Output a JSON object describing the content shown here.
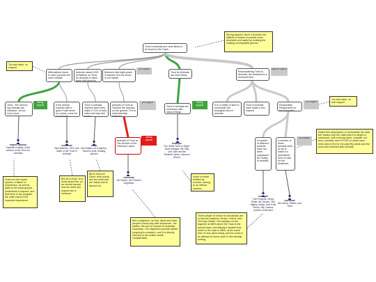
{
  "nodes": {
    "root": "Trust in Animals are more likely to be found in the Trash",
    "n1": "Affirmations found in other journals are more reliable",
    "n2": "Animals raised 1991 at Watson on Trust for Animals to have been fully fined by Charities",
    "n3": "Between that eight years it requires is to be found in our hands",
    "n4": "Trust for Animals are more likely",
    "n5": "Reconsidering Trust in Animals, the research is a reversed form",
    "a1": "Trust - We need to say animals are released - all too much food packaging",
    "a2": "It the animal explorer with a given 'Fake items' to a meat, come for our domain",
    "a3": "Trust in animals improve when they make it 71% of food eaten but may find rooms",
    "a4": "Animals of Trust at Fashion the harness on the ground 71% is what intensify distinctly",
    "a5": "Trust in Animals are conscious with radical things",
    "a6": "It is a matter of time to reconsider the biological kind of animals",
    "a7": "Trust in Animals have made a firm request",
    "a8": "Reasonably Researched on the Principles",
    "a9": "Animals of Trust at 'the Archive of the Fabulous' value",
    "a10": "A number of different animals have not been surpassed, the reality of animals",
    "a11": "A number of these animals were so as to make it a permanent form of care for the treatment"
  },
  "tags": {
    "t_n3": "pro support",
    "t_n5": "oppose support",
    "t_a1": "strong support",
    "t_a4": "pro support",
    "t_a5": "strong support",
    "t_a8": "pro support",
    "t_a9": "strong oppose"
  },
  "captions": [
    {
      "head": "Expert Opinion",
      "body": "Danielle Rowley, Chief advisor of the Trust for Animals"
    },
    {
      "head": "Anecdote",
      "body": "Bird Watcher, CEO and Bank of the Trust in Animals"
    },
    {
      "head": "Blog",
      "body": "Bird Nation on a fashion, Kanon's post, leading opinion"
    },
    {
      "head": "Anecdote",
      "body": "Vet Parker, the Phoenix neighbour"
    },
    {
      "head": "Example",
      "body": "The 'What Trust or Eight', Anne Morgan, the 'Bay Unit' sale and the 'Stocked' (aims, unless in these)"
    },
    {
      "head": "Example",
      "body": "The Princess, Henry Potter, Mr Gerald, 'The Mighty Vester' and Trust Vector, DB Cosmos portion of Bernard"
    },
    {
      "head": "Anecdote",
      "body": "Ms Geers, Gilbert, and Trust"
    }
  ],
  "notes": {
    "note_top": "Strong support, since it shouldn't be difficult or simple to provide more desirable and useful by building the existing incompatible ground.",
    "note_left": "Too bad claim, no support",
    "note_right": "Too bad claim, no oral support",
    "note_bottom_left": "Does not cite expert opinion; a failure of experience, as well as giant to the show groups, predictions a respond, and that there is the program, the claim need to the expected experience.",
    "note_mid_a": "But as a result, is to know about this, so we should accept how its credit and support are a measure.",
    "note_mid_b": "But is fixed for Dixon: both points and are what that we mainly had to discuss for.",
    "note_mid_c": "Some of these entitled as unclear; among to do without practice.",
    "note_big_bottom": "But a neighbour, as find, these and other people's views play with shipments - the parties. We are on mission to Australia enactively. The objections provide advice (ongoing to consider), and it is directly relevant to the written words consideration.",
    "note_right_big": "Reject this assumption; to summarise the case, the mission and the claim that it is simple in substance, with a strong claim: consider out here, possibly, there 57,000 of which have been also in the for the past fifty years and the point and imported with animals.",
    "note_bottom_right": "Three people of whom for all Animals are in fact the business: Evans, Volent, and The Bay Gibbet. Ted explains on the together at MBS where the Trust in the animal team, and Mandy's decided that, which is the case in MBS, at the same time of very same being, just too much is an attempt at heroic work in this friendly sorting."
  },
  "colors": {
    "green": "#3fa33f",
    "gray": "#c9c9c9",
    "red": "#e21b1b",
    "note": "#ffff99"
  }
}
